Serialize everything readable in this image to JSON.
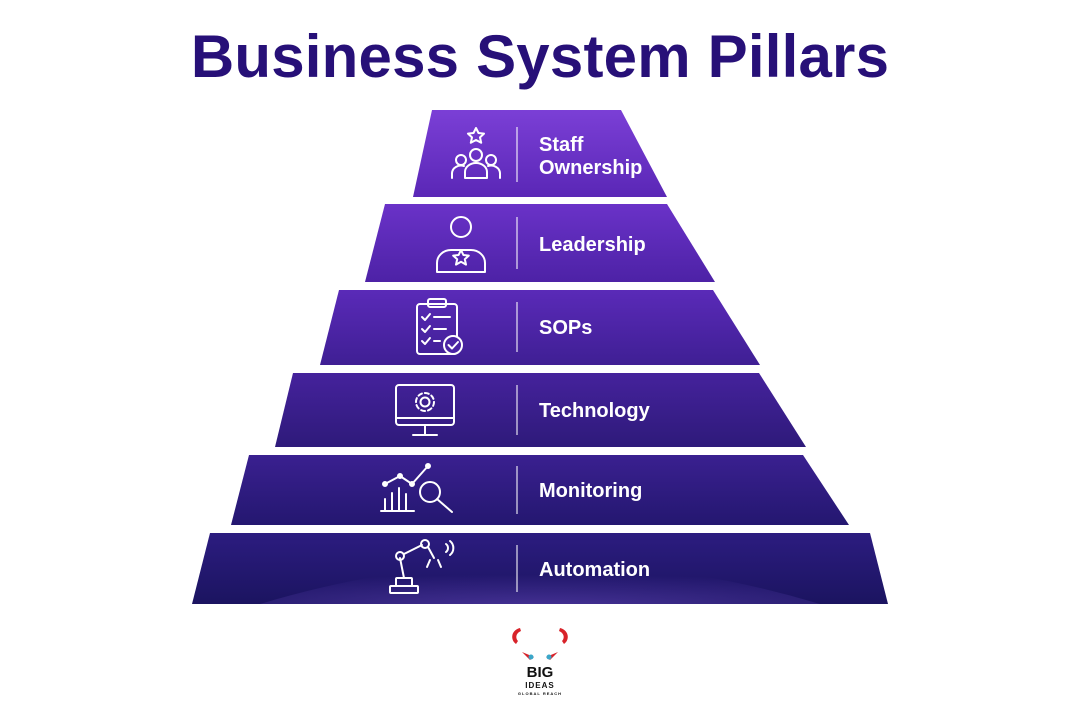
{
  "title": "Business System Pillars",
  "colors": {
    "title": "#271078",
    "tier_top": "#6a2fc4",
    "tier_bottom": "#221868",
    "icon_stroke": "#ffffff",
    "logo_red": "#d8232a",
    "logo_eye": "#3aa7c9"
  },
  "tiers": [
    {
      "label_lines": [
        "Staff",
        "Ownership"
      ],
      "icon": "team-star-icon"
    },
    {
      "label_lines": [
        "Leadership"
      ],
      "icon": "leader-star-icon"
    },
    {
      "label_lines": [
        "SOPs"
      ],
      "icon": "checklist-clipboard-icon"
    },
    {
      "label_lines": [
        "Technology"
      ],
      "icon": "monitor-gear-icon"
    },
    {
      "label_lines": [
        "Monitoring"
      ],
      "icon": "chart-magnifier-icon"
    },
    {
      "label_lines": [
        "Automation"
      ],
      "icon": "robot-arm-icon"
    }
  ],
  "logo": {
    "big": "BIG",
    "ideas": "IDEAS",
    "reach": "GLOBAL REACH"
  }
}
